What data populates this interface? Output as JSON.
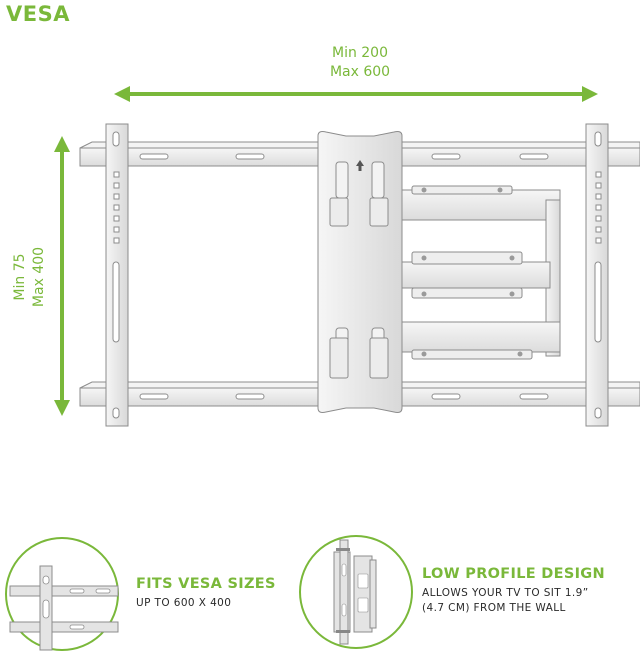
{
  "header": {
    "title": "VESA"
  },
  "dimensions": {
    "horizontal": {
      "line1": "Min 200",
      "line2": "Max 600"
    },
    "vertical": {
      "line1": "Min 75",
      "line2": "Max 400"
    }
  },
  "features": [
    {
      "title": "FITS VESA SIZES",
      "lines": [
        "UP TO 600 X 400"
      ],
      "icon": "vesa-bracket-icon"
    },
    {
      "title": "LOW PROFILE DESIGN",
      "lines": [
        "ALLOWS YOUR TV TO SIT 1.9”",
        "(4.7 CM) FROM THE WALL"
      ],
      "icon": "low-profile-mount-icon"
    }
  ],
  "colors": {
    "accent": "#7ab83a",
    "metal": "#e9e9e9",
    "outline": "#8c8c8c"
  }
}
